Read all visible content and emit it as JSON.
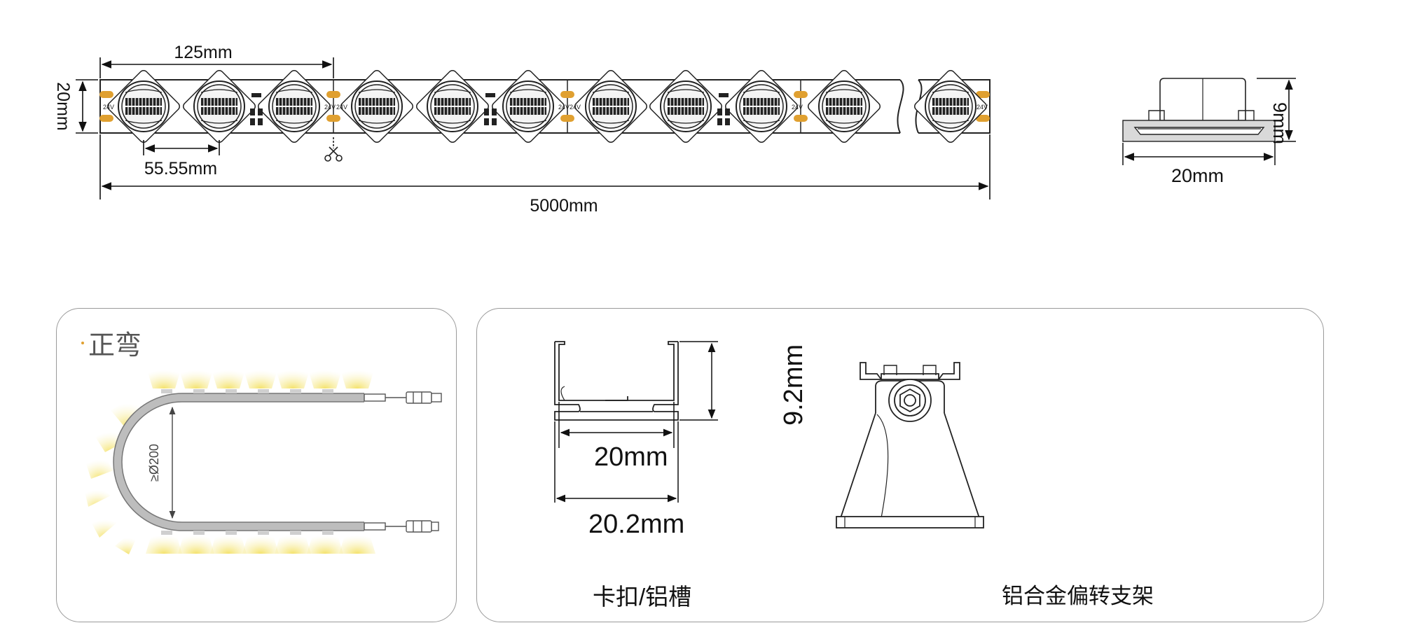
{
  "strip": {
    "dim_pitch": "125mm",
    "dim_height": "20mm",
    "dim_led_spacing": "55.55mm",
    "dim_length": "5000mm",
    "voltage_mark": "24V"
  },
  "cross_section": {
    "dim_width": "20mm",
    "dim_height": "9mm"
  },
  "bend_panel": {
    "title": "正弯",
    "dim_diameter": "≥Ø200",
    "glow_color": "#f7ea8c"
  },
  "channel_panel": {
    "dim_height": "9.2mm",
    "dim_inner_width": "20mm",
    "dim_outer_width": "20.2mm",
    "caption_channel": "卡扣/铝槽",
    "caption_bracket": "铝合金偏转支架"
  },
  "colors": {
    "line": "#222222",
    "pad": "#e0a030",
    "panel_border": "#9a9a9a",
    "glow": "#f7ea8c"
  }
}
